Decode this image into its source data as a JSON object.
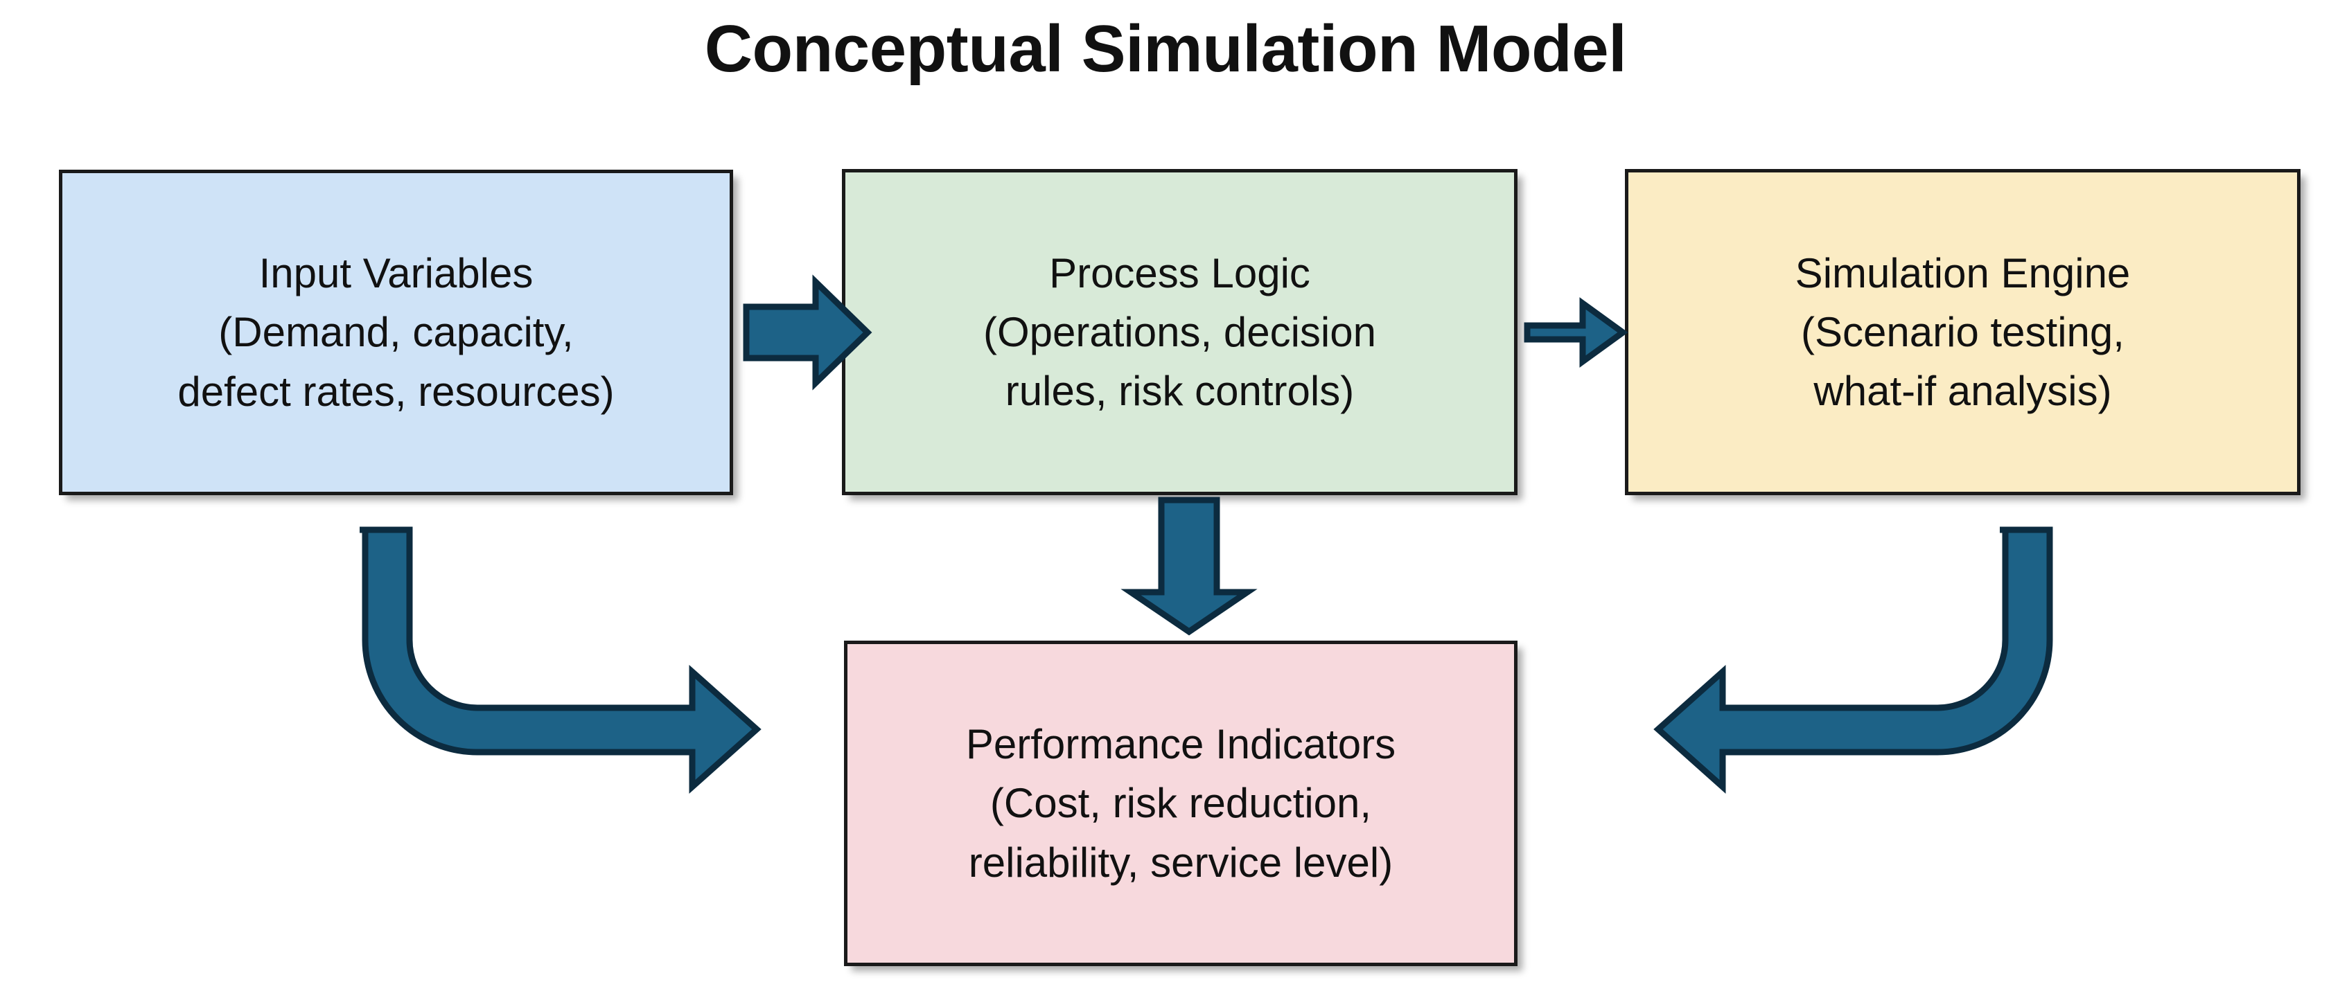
{
  "title": "Conceptual Simulation Model",
  "colors": {
    "background": "#ffffff",
    "title_text": "#111111",
    "box_border": "#1a1a1a",
    "box_text": "#111111",
    "arrow_fill": "#1d6287",
    "arrow_outline": "#0c2b3f",
    "input_variables_fill": "#cfe3f7",
    "process_logic_fill": "#d8ead8",
    "simulation_engine_fill": "#fbecc4",
    "performance_indicators_fill": "#f7d9dd"
  },
  "nodes": [
    {
      "id": "input-variables",
      "heading": "Input Variables",
      "detail": "(Demand, capacity,\ndefect rates, resources)",
      "text": "Input Variables\n(Demand, capacity,\ndefect rates, resources)",
      "fill": "#cfe3f7"
    },
    {
      "id": "process-logic",
      "heading": "Process Logic",
      "detail": "(Operations, decision\nrules, risk controls)",
      "text": "Process Logic\n(Operations, decision\nrules, risk controls)",
      "fill": "#d8ead8"
    },
    {
      "id": "simulation-engine",
      "heading": "Simulation Engine",
      "detail": "(Scenario testing,\nwhat-if analysis)",
      "text": "Simulation Engine\n(Scenario testing,\nwhat-if analysis)",
      "fill": "#fbecc4"
    },
    {
      "id": "performance-indicators",
      "heading": "Performance Indicators",
      "detail": "(Cost, risk reduction,\nreliability, service level)",
      "text": "Performance Indicators\n(Cost, risk reduction,\nreliability, service level)",
      "fill": "#f7d9dd"
    }
  ],
  "connectors": [
    {
      "id": "input-to-process",
      "from": "input-variables",
      "to": "process-logic",
      "shape": "straight",
      "direction": "right"
    },
    {
      "id": "process-to-simulation",
      "from": "process-logic",
      "to": "simulation-engine",
      "shape": "straight",
      "direction": "right"
    },
    {
      "id": "process-to-performance",
      "from": "process-logic",
      "to": "performance-indicators",
      "shape": "straight",
      "direction": "down"
    },
    {
      "id": "input-to-performance",
      "from": "input-variables",
      "to": "performance-indicators",
      "shape": "elbow",
      "direction": "down-then-right"
    },
    {
      "id": "simulation-to-performance",
      "from": "simulation-engine",
      "to": "performance-indicators",
      "shape": "elbow",
      "direction": "down-then-left"
    }
  ]
}
